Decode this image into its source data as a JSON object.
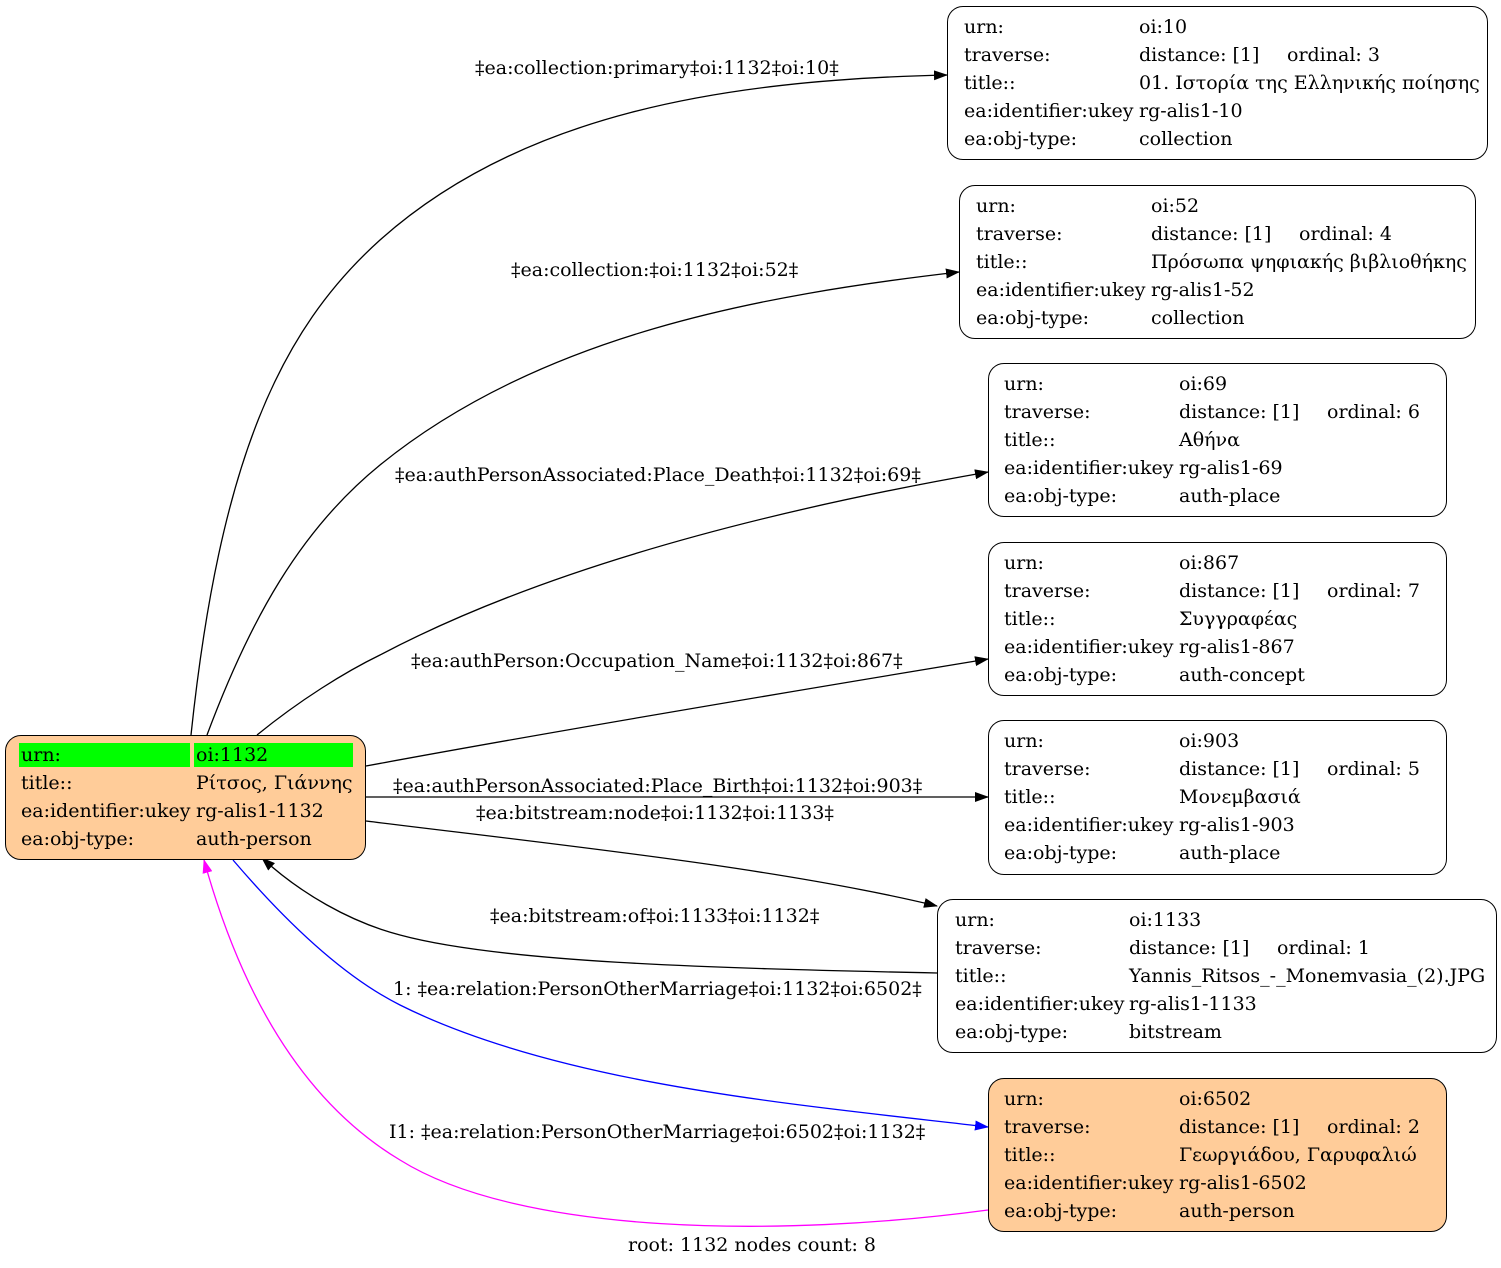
{
  "colors": {
    "root_fill": "#ffcc99",
    "node_fill": "#ffffff",
    "highlight": "#00ff00",
    "edge_default": "#000000",
    "edge_blue": "#0000ff",
    "edge_magenta": "#ff00ff"
  },
  "field_labels": {
    "urn": "urn:",
    "traverse": "traverse:",
    "title": "title::",
    "ukey": "ea:identifier:ukey",
    "type": "ea:obj-type:"
  },
  "root": {
    "urn": "oi:1132",
    "title": "Ρίτσος, Γιάννης",
    "ukey": "rg-alis1-1132",
    "type": "auth-person"
  },
  "nodes": [
    {
      "urn": "oi:10",
      "distance": "distance: [1]",
      "ordinal": "ordinal: 3",
      "title": "01. Ιστορία της Ελληνικής ποίησης",
      "ukey": "rg-alis1-10",
      "type": "collection"
    },
    {
      "urn": "oi:52",
      "distance": "distance: [1]",
      "ordinal": "ordinal: 4",
      "title": "Πρόσωπα ψηφιακής βιβλιοθήκης",
      "ukey": "rg-alis1-52",
      "type": "collection"
    },
    {
      "urn": "oi:69",
      "distance": "distance: [1]",
      "ordinal": "ordinal: 6",
      "title": "Αθήνα",
      "ukey": "rg-alis1-69",
      "type": "auth-place"
    },
    {
      "urn": "oi:867",
      "distance": "distance: [1]",
      "ordinal": "ordinal: 7",
      "title": "Συγγραφέας",
      "ukey": "rg-alis1-867",
      "type": "auth-concept"
    },
    {
      "urn": "oi:903",
      "distance": "distance: [1]",
      "ordinal": "ordinal: 5",
      "title": "Μονεμβασιά",
      "ukey": "rg-alis1-903",
      "type": "auth-place"
    },
    {
      "urn": "oi:1133",
      "distance": "distance: [1]",
      "ordinal": "ordinal: 1",
      "title": "Yannis_Ritsos_-_Monemvasia_(2).JPG",
      "ukey": "rg-alis1-1133",
      "type": "bitstream"
    },
    {
      "urn": "oi:6502",
      "distance": "distance: [1]",
      "ordinal": "ordinal: 2",
      "title": "Γεωργιάδου, Γαρυφαλιώ",
      "ukey": "rg-alis1-6502",
      "type": "auth-person"
    }
  ],
  "edges": [
    {
      "label": "‡ea:collection:primary‡oi:1132‡oi:10‡",
      "color": "#000000"
    },
    {
      "label": "‡ea:collection:‡oi:1132‡oi:52‡",
      "color": "#000000"
    },
    {
      "label": "‡ea:authPersonAssociated:Place_Death‡oi:1132‡oi:69‡",
      "color": "#000000"
    },
    {
      "label": "‡ea:authPerson:Occupation_Name‡oi:1132‡oi:867‡",
      "color": "#000000"
    },
    {
      "label": "‡ea:authPersonAssociated:Place_Birth‡oi:1132‡oi:903‡",
      "color": "#000000"
    },
    {
      "label": "‡ea:bitstream:node‡oi:1132‡oi:1133‡",
      "color": "#000000"
    },
    {
      "label": "‡ea:bitstream:of‡oi:1133‡oi:1132‡",
      "color": "#000000"
    },
    {
      "label": "1: ‡ea:relation:PersonOtherMarriage‡oi:1132‡oi:6502‡",
      "color": "#0000ff"
    },
    {
      "label": "I1: ‡ea:relation:PersonOtherMarriage‡oi:6502‡oi:1132‡",
      "color": "#ff00ff"
    }
  ],
  "footer": "root: 1132 nodes count: 8"
}
